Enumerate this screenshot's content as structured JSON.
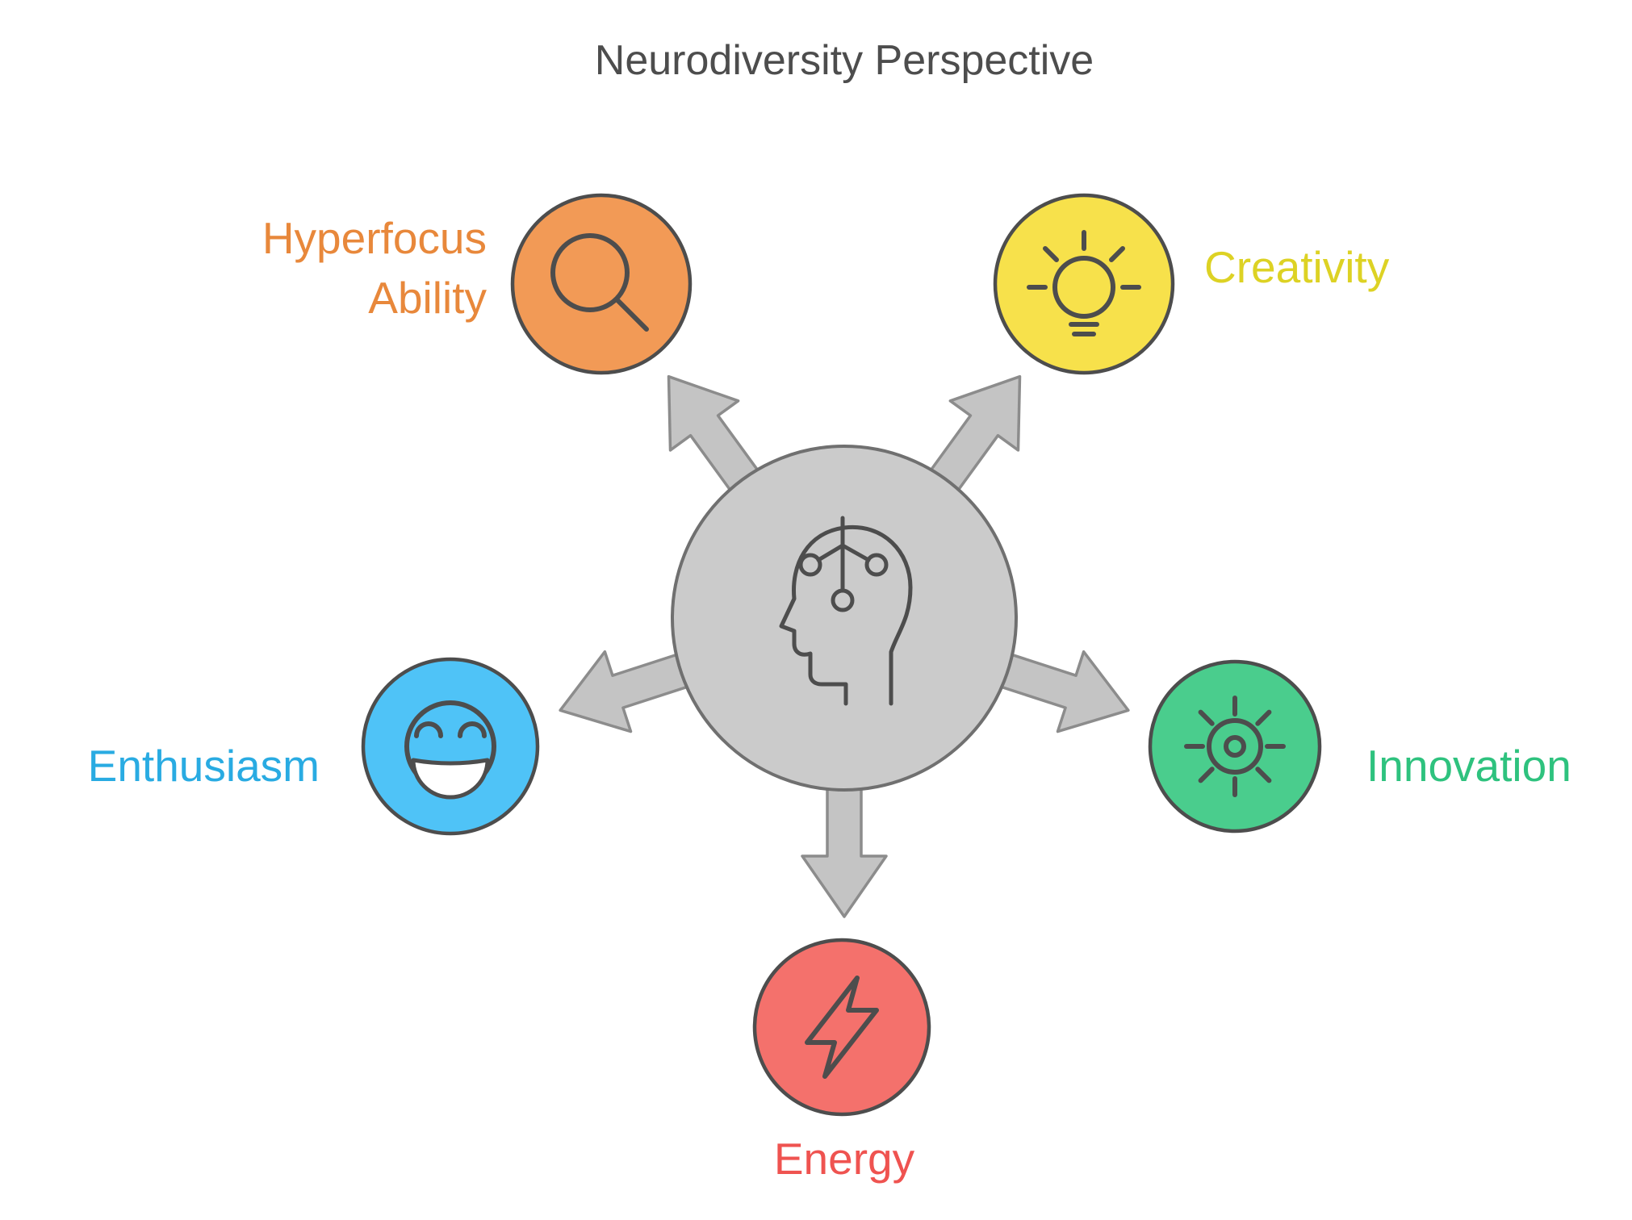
{
  "title": "Neurodiversity Perspective",
  "center": {
    "icon": "head-circuit-icon",
    "fill": "#cbcbcb",
    "stroke": "#707070"
  },
  "nodes": [
    {
      "id": "hyperfocus",
      "label": "Hyperfocus Ability",
      "label_lines": [
        "Hyperfocus",
        "Ability"
      ],
      "icon": "magnifier-icon",
      "circle_fill": "#f29a56",
      "label_color": "#e8883b",
      "position": "top-left"
    },
    {
      "id": "creativity",
      "label": "Creativity",
      "icon": "lightbulb-icon",
      "circle_fill": "#f7e14b",
      "label_color": "#ddd224",
      "position": "top-right"
    },
    {
      "id": "enthusiasm",
      "label": "Enthusiasm",
      "icon": "smiley-icon",
      "circle_fill": "#4fc3f7",
      "label_color": "#29abe2",
      "position": "middle-left"
    },
    {
      "id": "innovation",
      "label": "Innovation",
      "icon": "gear-sun-icon",
      "circle_fill": "#4acd8d",
      "label_color": "#2ec27e",
      "position": "middle-right"
    },
    {
      "id": "energy",
      "label": "Energy",
      "icon": "lightning-icon",
      "circle_fill": "#f4716c",
      "label_color": "#ef5350",
      "position": "bottom"
    }
  ],
  "colors": {
    "outline": "#4d4d4d",
    "title": "#4d4d4d",
    "arrow_fill": "#c4c4c4",
    "arrow_stroke": "#8c8c8c",
    "background": "#ffffff"
  }
}
